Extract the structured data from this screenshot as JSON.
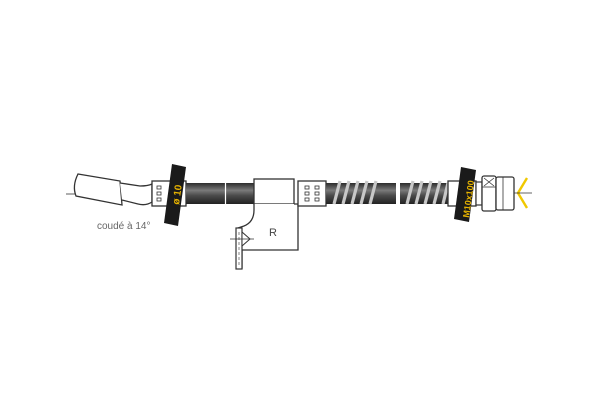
{
  "diagram": {
    "type": "brake-hose-technical-drawing",
    "labels": {
      "diameter": "ø 10",
      "thread": "M10x100",
      "bracket": "R",
      "bend_note": "coudé à 14°"
    },
    "colors": {
      "line": "#333333",
      "hose_dark": "#3a3a3a",
      "hose_mid": "#6a6a6a",
      "spiral": "#bdbdbd",
      "label_band": "#1a1a1a",
      "label_text": "#e8b400",
      "arrow": "#f0c800"
    },
    "parts": [
      {
        "name": "bent-pipe-end"
      },
      {
        "name": "left-crimp-ferrule"
      },
      {
        "name": "diameter-band"
      },
      {
        "name": "rubber-hose-section"
      },
      {
        "name": "mounting-bracket"
      },
      {
        "name": "middle-crimp-ferrule"
      },
      {
        "name": "spiral-protection-section"
      },
      {
        "name": "thread-band"
      },
      {
        "name": "right-fitting"
      },
      {
        "name": "direction-arrow"
      }
    ]
  }
}
